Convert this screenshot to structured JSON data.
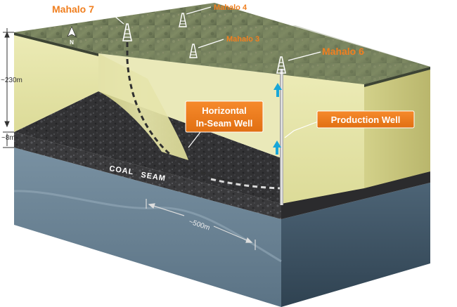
{
  "wells": {
    "mahalo7": "Mahalo 7",
    "mahalo4": "Mahalo 4",
    "mahalo3": "Mahalo 3",
    "mahalo6": "Mahalo 6"
  },
  "callouts": {
    "horizontal_line1": "Horizontal",
    "horizontal_line2": "In-Seam Well",
    "production": "Production Well"
  },
  "labels": {
    "coal": "COAL",
    "seam": "SEAM",
    "depth_overburden": "~230m",
    "depth_seam": "~8m",
    "length": "~500m",
    "north": "N"
  },
  "colors": {
    "orange": "#f07f1f",
    "overburden": "#e7e6aa",
    "coal": "#3b3b3d",
    "basement": "#5f7b8e",
    "flow_arrow": "#18a7d8"
  },
  "icons": [
    "derrick-icon",
    "north-arrow-icon",
    "flow-arrow-icon"
  ]
}
